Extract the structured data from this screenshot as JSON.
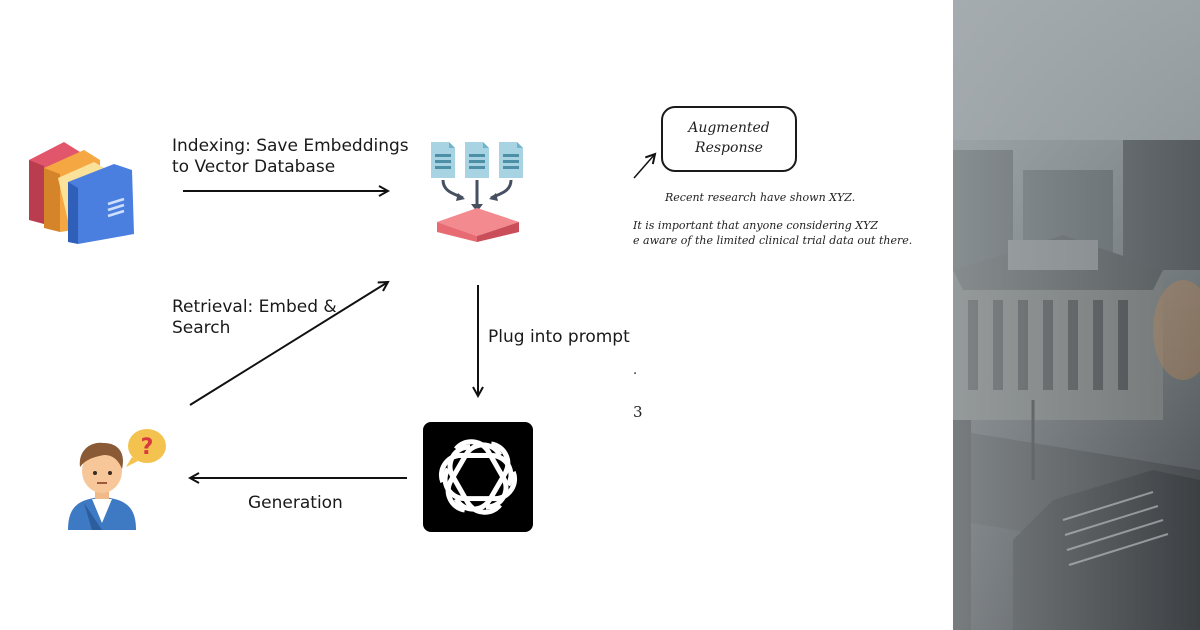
{
  "labels": {
    "indexing": "Indexing: Save Embeddings\nto Vector Database",
    "retrieval": "Retrieval: Embed &\nSearch",
    "plug": "Plug into prompt",
    "generation": "Generation"
  },
  "augmented": {
    "title_line1": "Augmented",
    "title_line2": "Response",
    "line1": "Recent research have shown XYZ.",
    "line2": "It is important that anyone considering XYZ",
    "line3": "e aware of the limited clinical trial data out there.",
    "frag1": ".",
    "frag2": "3"
  },
  "icons": {
    "documents": "documents-folders-icon",
    "vector_db": "vector-database-icon",
    "user": "confused-user-icon",
    "llm": "openai-logo-icon",
    "photo": "foggy-city-photo"
  },
  "colors": {
    "doc_blue": "#4a7fe0",
    "doc_orange": "#f5a742",
    "doc_red": "#e2566b",
    "db_red": "#e86a72",
    "db_sheet": "#a8d3e3",
    "llm_bg": "#000000",
    "question_bubble": "#f4c24e"
  }
}
